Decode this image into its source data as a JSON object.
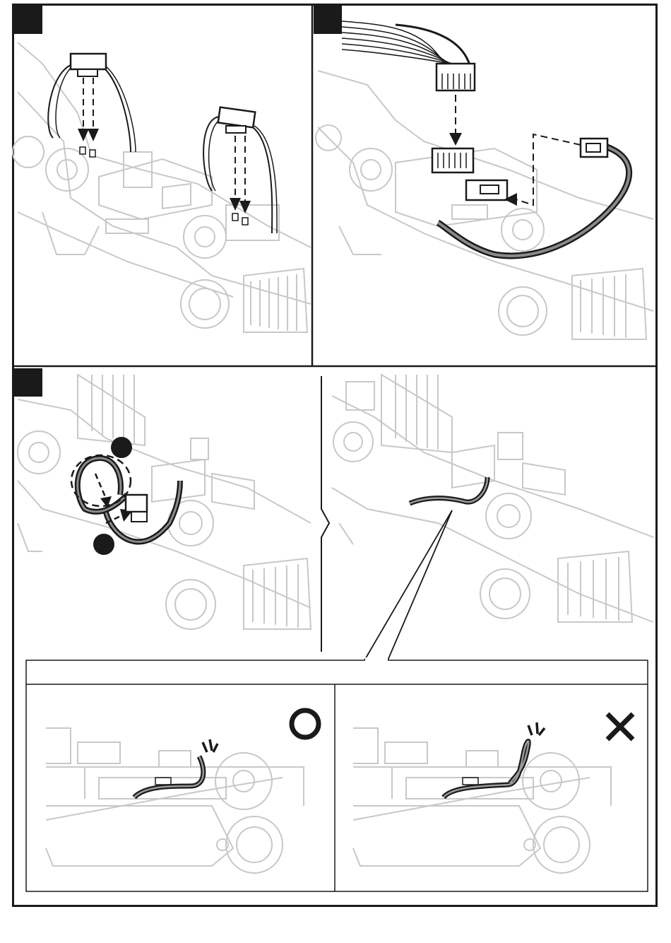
{
  "steps": [
    {
      "id": "step-1",
      "label": ""
    },
    {
      "id": "step-2",
      "label": ""
    },
    {
      "id": "step-3",
      "label": ""
    }
  ],
  "comparison": {
    "correct_mark": "○",
    "incorrect_mark": "✕"
  },
  "colors": {
    "line": "#1a1a1a",
    "faint": "#c8c8c8",
    "mid": "#9a9a9a",
    "cable_gray": "#8a8a8a"
  }
}
